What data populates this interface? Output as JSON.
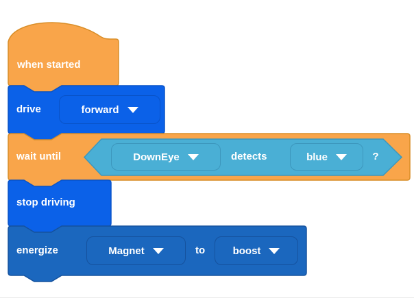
{
  "workspace": {
    "background": "#ffffff"
  },
  "palette": {
    "events_orange": {
      "fill": "#F9A54A",
      "border": "#D98E28"
    },
    "drivetrain_blue": {
      "fill": "#0B61E8",
      "border": "#0953C8"
    },
    "magnet_blue": {
      "fill": "#1B67BE",
      "border": "#15529E"
    },
    "sensing_teal": {
      "fill": "#4AAFD5",
      "border": "#3D97BD"
    },
    "label_text": "#FFFFFF"
  },
  "blocks": {
    "when_started": {
      "label": "when started"
    },
    "drive": {
      "label": "drive",
      "direction": "forward"
    },
    "wait_until": {
      "label": "wait until",
      "condition": {
        "sensor": "DownEye",
        "verb": "detects",
        "color": "blue",
        "suffix": "?"
      }
    },
    "stop_driving": {
      "label": "stop driving"
    },
    "energize": {
      "label": "energize",
      "device": "Magnet",
      "preposition": "to",
      "level": "boost"
    }
  }
}
